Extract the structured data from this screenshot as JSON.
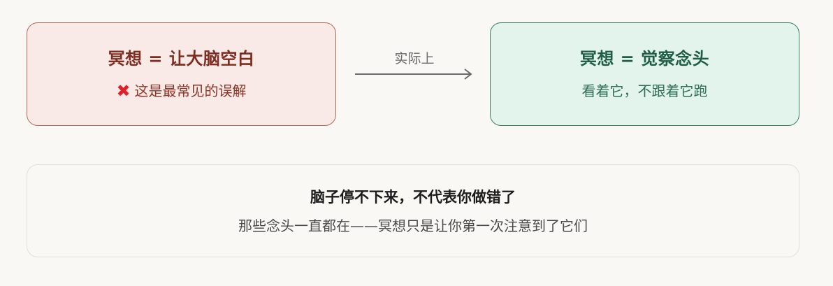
{
  "wrong_card": {
    "title": "冥想 = 让大脑空白",
    "icon": "cross-mark-icon",
    "subtitle": "这是最常见的误解",
    "colors": {
      "background": "#faeae7",
      "border": "#b06a5a",
      "title": "#7c2d1f",
      "mark": "#e0202a"
    }
  },
  "arrow": {
    "label": "实际上"
  },
  "right_card": {
    "title": "冥想 = 觉察念头",
    "subtitle": "看着它，不跟着它跑",
    "colors": {
      "background": "#e3f4ec",
      "border": "#3f7d63",
      "title": "#1f5d46"
    }
  },
  "bottom_card": {
    "title": "脑子停不下来，不代表你做错了",
    "subtitle": "那些念头一直都在——冥想只是让你第一次注意到了它们"
  }
}
